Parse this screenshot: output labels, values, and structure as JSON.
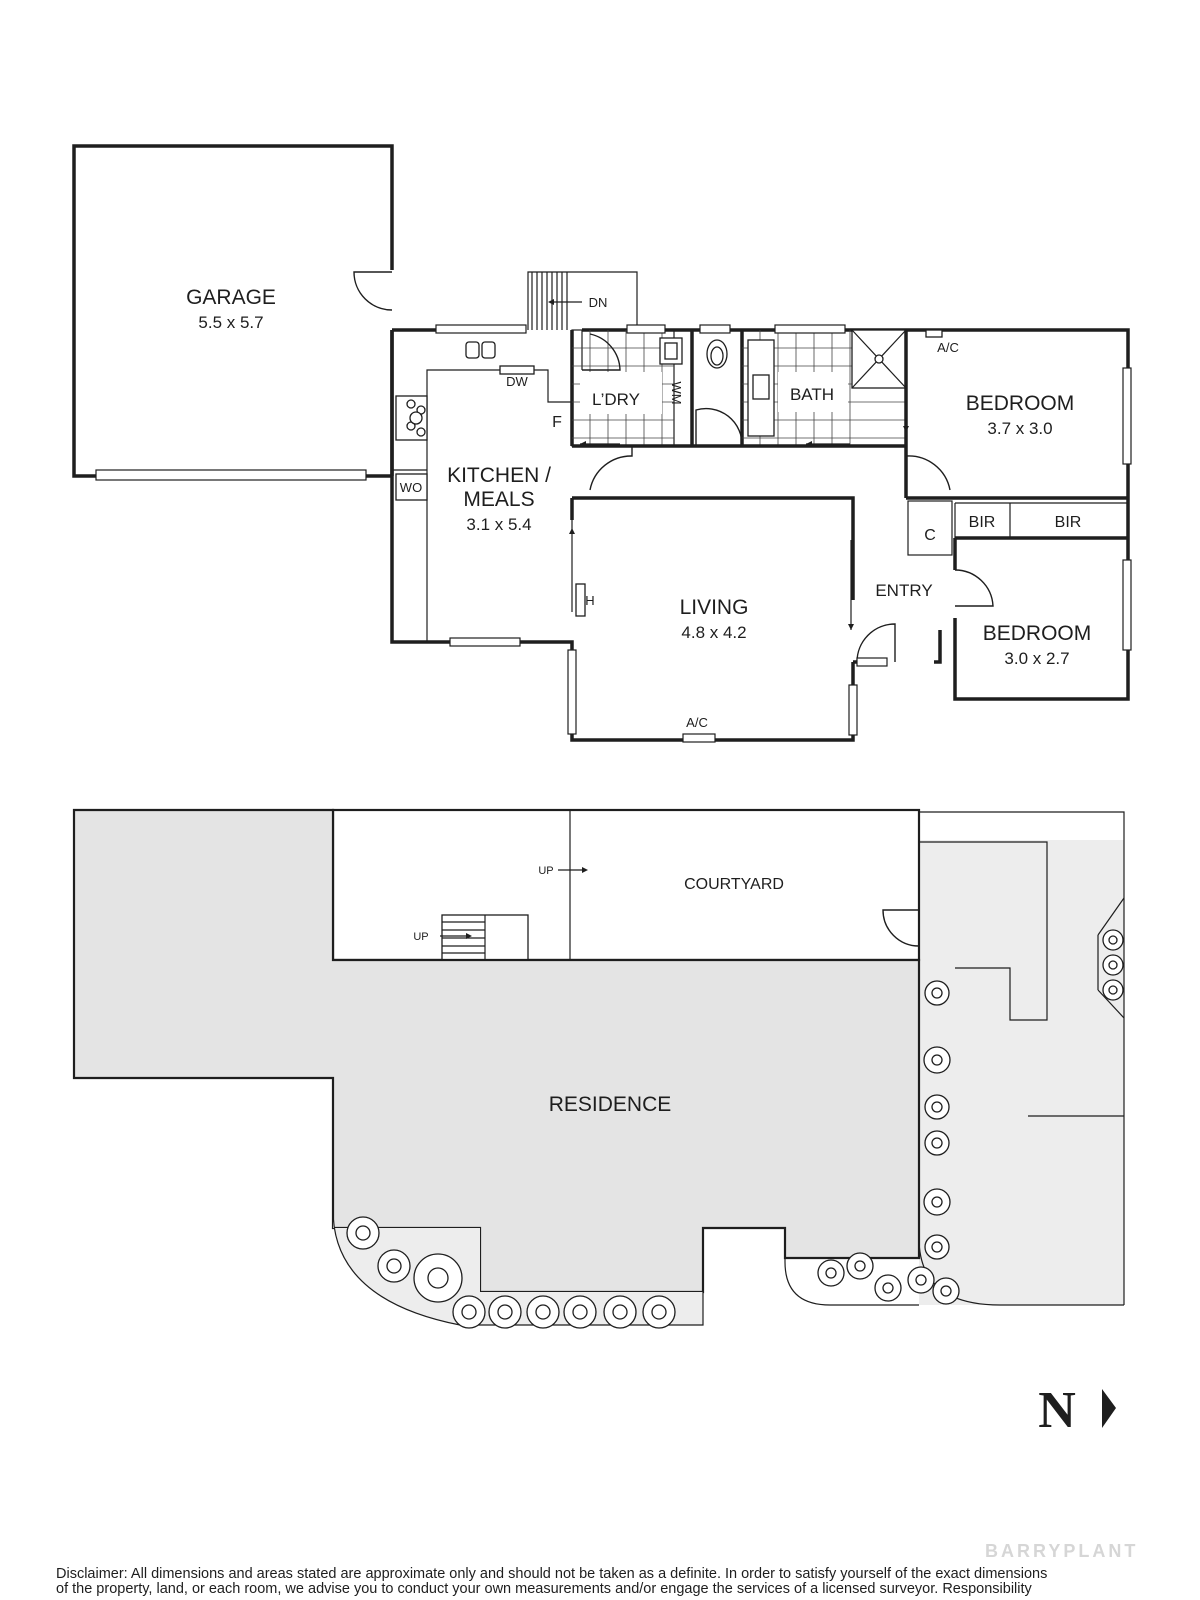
{
  "floor_plan": {
    "rooms": {
      "garage": {
        "name": "GARAGE",
        "size": "5.5 x 5.7"
      },
      "kitchen": {
        "name_line1": "KITCHEN /",
        "name_line2": "MEALS",
        "size": "3.1 x 5.4"
      },
      "laundry": {
        "name": "L’DRY"
      },
      "bath": {
        "name": "BATH"
      },
      "bedroom1": {
        "name": "BEDROOM",
        "size": "3.7 x 3.0"
      },
      "bedroom2": {
        "name": "BEDROOM",
        "size": "3.0 x 2.7"
      },
      "living": {
        "name": "LIVING",
        "size": "4.8 x 4.2"
      },
      "entry": {
        "name": "ENTRY"
      }
    },
    "fixtures": {
      "stair_down": "DN",
      "dishwasher": "DW",
      "fridge": "F",
      "wall_oven": "WO",
      "washing_machine": "WM",
      "aircon_bedroom": "A/C",
      "aircon_living": "A/C",
      "heater": "H",
      "cupboard": "C",
      "robe1": "BIR",
      "robe2": "BIR"
    }
  },
  "site_plan": {
    "residence": "RESIDENCE",
    "courtyard": "COURTYARD",
    "up_arrow1": "UP",
    "up_arrow2": "UP"
  },
  "compass": {
    "label": "N"
  },
  "brand": {
    "name": "BARRYPLANT"
  },
  "disclaimer": {
    "line1": "Disclaimer: All dimensions and areas stated are approximate only and should not be taken as a definite. In order to satisfy yourself of the exact dimensions",
    "line2": "of the property, land, or each room, we advise you to conduct your own measurements and/or engage the services of a licensed surveyor. Responsibility"
  }
}
